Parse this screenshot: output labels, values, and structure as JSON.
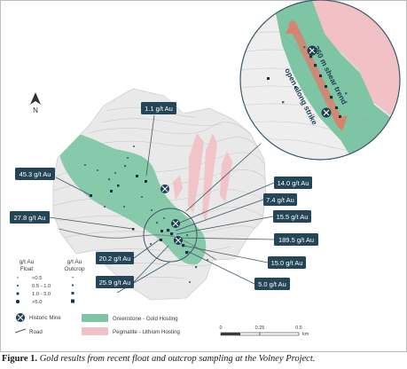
{
  "colors": {
    "label_bg": "#244658",
    "label_text": "#ffffff",
    "greenstone": "#7ec5a5",
    "pegmatite": "#f2c1c6",
    "terrain": "#e9e9e9",
    "trend_arrow": "#d8826b",
    "leader": "#3d5868"
  },
  "labels": [
    "1.1 g/t Au",
    "45.3 g/t Au",
    "14.0 g/t Au",
    "7.4 g/t Au",
    "15.5 g/t Au",
    "27.8 g/t Au",
    "189.5 g/t Au",
    "20.2 g/t Au",
    "15.0 g/t Au",
    "25.9 g/t Au",
    "5.0 g/t Au"
  ],
  "north": "N",
  "inset": {
    "trend_label": "260 m shear trend",
    "strike_label": "open along strike"
  },
  "legend": {
    "col_float_line1": "g/t Au",
    "col_float_line2": "Float",
    "col_outcrop_line1": "g/t Au",
    "col_outcrop_line2": "Outcrop",
    "classes": [
      "<0.5",
      "0.5 - 1.0",
      "1.0 - 5.0",
      ">5.0"
    ],
    "historic_mine": "Historic Mine",
    "road": "Road",
    "greenstone": "Greenstone - Gold Hosting",
    "pegmatite": "Pegmatite - Lithium Hosting"
  },
  "scalebar": {
    "ticks": [
      "0",
      "0.25",
      "0.5"
    ],
    "unit": "km"
  },
  "caption": {
    "prefix": "Figure 1.",
    "text": "Gold results from recent float and outcrop sampling at the Volney Project."
  }
}
